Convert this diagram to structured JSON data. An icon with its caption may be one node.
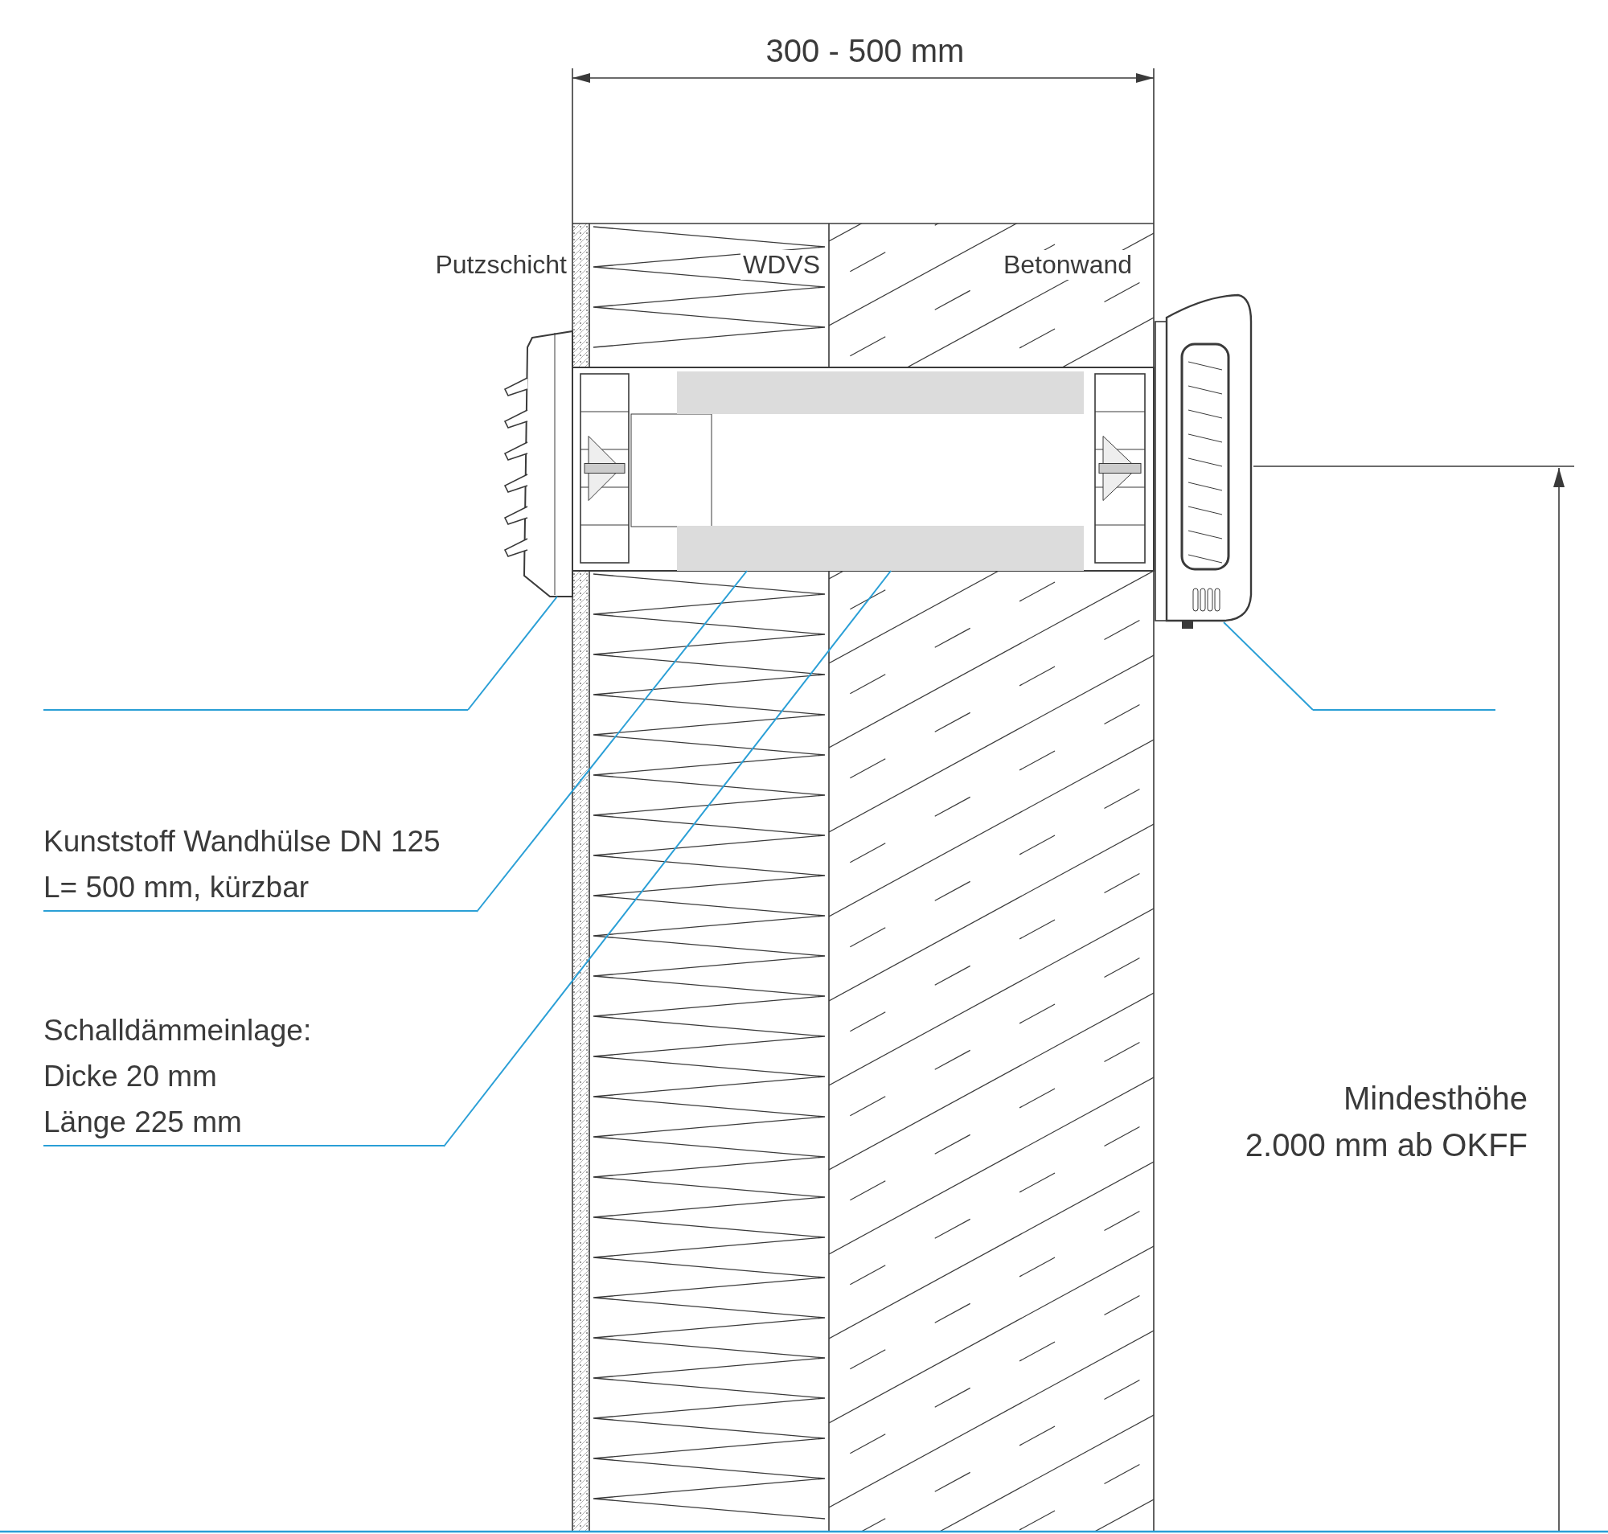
{
  "diagram": {
    "nodes": [
      {
        "text": [],
        "shape": "line"
      },
      {
        "text": [
          "Kunststoff Wandhülse DN 125",
          "L= 500 mm, kürzbar"
        ]
      },
      {
        "text": [
          "Schalldämmeinlage:",
          "Dicke 20 mm",
          "Länge 225 mm"
        ]
      },
      {
        "text": [],
        "shape": "line"
      },
      {
        "text": [],
        "shape": "picture"
      },
      {
        "text": [],
        "shape": "picture"
      },
      {
        "text": [],
        "shape": "picture",
        "in": 5
      },
      {
        "text": [],
        "shape": "picture"
      }
    ],
    "edges": [
      {
        "from": 0,
        "to": 4,
        "arrow": "none"
      },
      {
        "from": 1,
        "to": 5,
        "arrow": "none"
      },
      {
        "from": 2,
        "to": 6,
        "arrow": "none"
      },
      {
        "from": 3,
        "to": 7,
        "arrow": "none"
      }
    ],
    "labels": [
      "300 - 500 mm",
      "Putzschicht",
      "WDVS",
      "Betonwand",
      "Mindesthöhe",
      "2.000 mm ab OKFF"
    ]
  }
}
